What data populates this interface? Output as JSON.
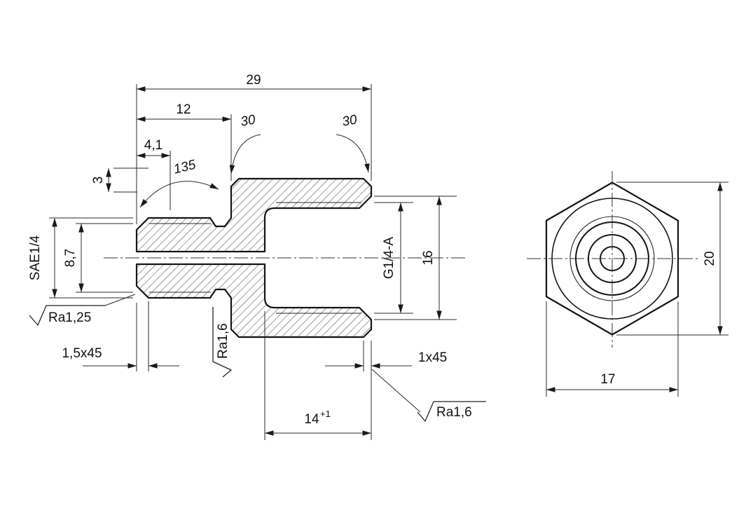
{
  "drawing": {
    "section_view": {
      "overall_length": "29",
      "thread_length": "12",
      "groove_position": "4,1",
      "chamfer_angle_left": "30",
      "chamfer_angle_right": "30",
      "undercut_angle": "135",
      "groove_width": "3",
      "external_thread": "SAE1/4",
      "minor_diameter": "8,7",
      "internal_thread": "G1/4-A",
      "counterbore_diameter": "16",
      "roughness_thread": "Ra1,25",
      "roughness_undercut": "Ra1,6",
      "chamfer_left": "1,5x45",
      "chamfer_right": "1x45",
      "thread_depth": "14",
      "thread_depth_tolerance": "+1",
      "roughness_bore": "Ra1,6"
    },
    "end_view": {
      "across_corners": "20",
      "across_flats": "17"
    }
  }
}
